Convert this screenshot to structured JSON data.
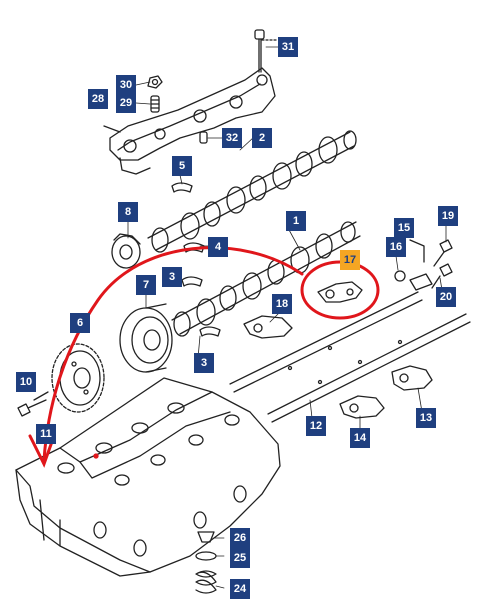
{
  "colors": {
    "callout_fill": "#1f3f7f",
    "callout_text": "#ffffff",
    "highlight_fill": "#f5a623",
    "annotation": "#e0161b",
    "line_art": "#222222"
  },
  "callouts": {
    "c1": "1",
    "c2": "2",
    "c3a": "3",
    "c3b": "3",
    "c4": "4",
    "c5": "5",
    "c6": "6",
    "c7": "7",
    "c8": "8",
    "c10": "10",
    "c11": "11",
    "c12": "12",
    "c13": "13",
    "c14": "14",
    "c15": "15",
    "c16": "16",
    "c17": "17",
    "c18": "18",
    "c19": "19",
    "c20": "20",
    "c24": "24",
    "c25": "25",
    "c26": "26",
    "c28": "28",
    "c29": "29",
    "c30": "30",
    "c31": "31",
    "c32": "32"
  },
  "annotations": {
    "highlighted_part": "17",
    "circle": "red-circle-around-part",
    "arrow": "red-curved-arrow-to-cylinder-head"
  },
  "icons": [
    "bolt-icon",
    "camshaft-icon",
    "gear-icon",
    "rocker-arm-icon",
    "spring-icon",
    "cylinder-head-icon"
  ]
}
